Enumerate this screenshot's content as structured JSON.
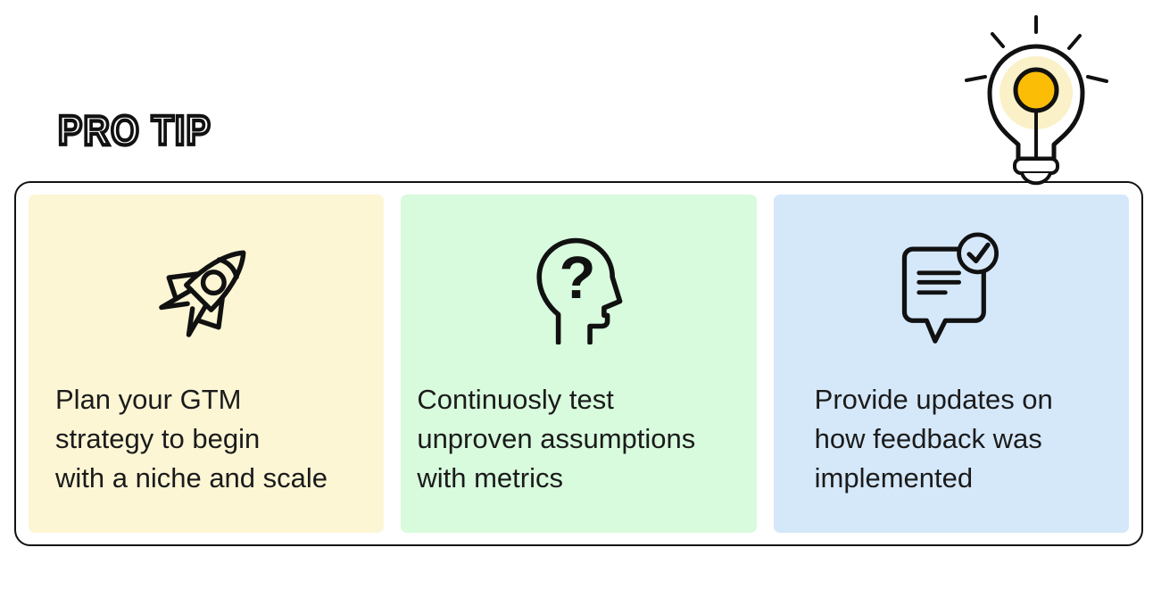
{
  "header": {
    "title": "PRO TIP",
    "bulb_icon": "lightbulb-icon"
  },
  "colors": {
    "ink": "#121212",
    "panel_border": "#121212",
    "bulb_amber": "#FBBD05",
    "bulb_glow": "#FAF1C9",
    "card_yellow": "#FCF6D5",
    "card_green": "#D8FBDD",
    "card_blue": "#D5E8FA"
  },
  "cards": [
    {
      "icon": "rocket-icon",
      "bg": "#FCF6D5",
      "lines": [
        "Plan your GTM",
        "strategy to begin",
        "with a niche and scale"
      ]
    },
    {
      "icon": "head-question-icon",
      "icon_glyph": "?",
      "bg": "#D8FBDD",
      "lines": [
        "Continuosly test",
        "unproven assumptions",
        "with metrics"
      ]
    },
    {
      "icon": "chat-check-icon",
      "bg": "#D5E8FA",
      "lines": [
        "Provide updates on",
        "how feedback was",
        "implemented"
      ]
    }
  ]
}
